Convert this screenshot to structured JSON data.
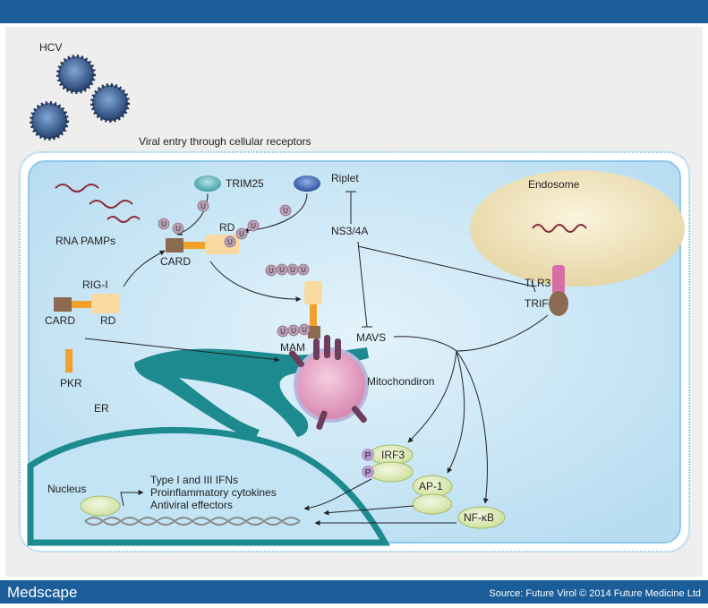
{
  "colors": {
    "header_bar": "#1a5d98",
    "footer_bar": "#1a5d98",
    "frame_bg": "#eeeeee",
    "cell_fill": "#cbe6f5",
    "membrane": "#8ec8e8",
    "er": "#1d8a8f",
    "endosome": "#f0e4c0",
    "mito": "#e7a6c6",
    "virus": "#3a5f9a",
    "ubiquitin": "#b9a0b4",
    "card_brown": "#8b6a4f",
    "rd_tan": "#f8d9a0",
    "linker_orange": "#f1a02a",
    "mavs_purple": "#6d3e5c",
    "tlr3_pink": "#d86ea6",
    "trif_brown": "#8b6a4f",
    "factor_green": "#dde9b6",
    "phospho_purple": "#b89ad0"
  },
  "labels": {
    "hcv": "HCV",
    "viral_entry": "Viral entry through cellular receptors",
    "trim25": "TRIM25",
    "riplet": "Riplet",
    "endosome": "Endosome",
    "rna_pamps": "RNA PAMPs",
    "rd_top": "RD",
    "card_top": "CARD",
    "ns3_4a": "NS3/4A",
    "rig_i": "RIG-I",
    "card_bottom": "CARD",
    "rd_bottom": "RD",
    "tlr3": "TLR3",
    "trif": "TRIF",
    "mam": "MAM",
    "mavs": "MAVS",
    "pkr": "PKR",
    "mitochondrion": "Mitochondiron",
    "er": "ER",
    "irf3": "IRF3",
    "ap1": "AP-1",
    "nfkb": "NF-κB",
    "nucleus": "Nucleus",
    "phospho": "P",
    "ubiquitin": "U",
    "products": [
      "Type I and III IFNs",
      "Proinflammatory cytokines",
      "Antiviral effectors"
    ]
  },
  "footer": {
    "brand": "Medscape",
    "source": "Source: Future Virol © 2014 Future Medicine Ltd"
  }
}
